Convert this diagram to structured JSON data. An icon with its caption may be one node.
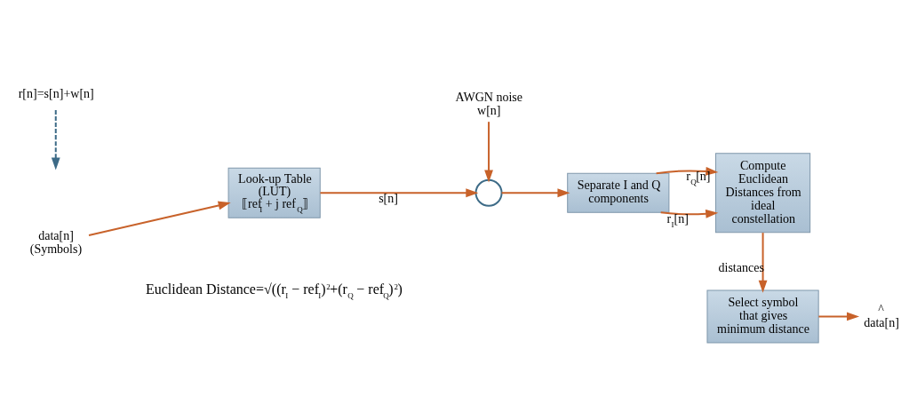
{
  "diagram": {
    "nodes": [
      {
        "text": [
          "data[n] (Symbols)"
        ]
      },
      {
        "text": [
          "Look-up Table (LUT)",
          "⟦ref$_{I}$ + j ref$_{Q}$⟧"
        ]
      },
      {
        "text": [
          "AWGN noise",
          "w[n]"
        ]
      },
      {
        "text": [],
        "shape": "circle"
      },
      {
        "text": [
          "Separate I and Q components"
        ]
      },
      {
        "text": [
          "Compute Euclidean Distances from ideal constellation"
        ]
      },
      {
        "text": [
          "Select symbol that gives minimum distance"
        ]
      },
      {
        "text": [
          "^",
          "data[n]"
        ]
      },
      {
        "text": [
          "r[n]=s[n]+w[n]"
        ]
      }
    ],
    "edges": [
      {
        "from": 0,
        "to": 1,
        "arrow": "to"
      },
      {
        "from": 1,
        "to": 3,
        "arrow": "to",
        "label": "s[n]"
      },
      {
        "from": 2,
        "to": 3,
        "arrow": "to"
      },
      {
        "from": 3,
        "to": 4,
        "arrow": "to"
      },
      {
        "from": 4,
        "to": 5,
        "arrow": "to",
        "label": "r$_{I}$[n]"
      },
      {
        "from": 4,
        "to": 5,
        "arrow": "to",
        "label": "r$_{Q}$[n]"
      },
      {
        "from": 5,
        "to": 6,
        "arrow": "to",
        "label": "distances"
      },
      {
        "from": 6,
        "to": 7,
        "arrow": "to"
      },
      {
        "from": 8,
        "to": null,
        "arrow": "to",
        "style": "dashed",
        "color": "#3d6b87"
      }
    ],
    "labels": [
      "Euclidean Distance=√((r$_{I}$ − ref$_{I}$)$^{2}$+(r$_{Q}$ − ref$_{Q}$)$^{2}$)"
    ]
  }
}
